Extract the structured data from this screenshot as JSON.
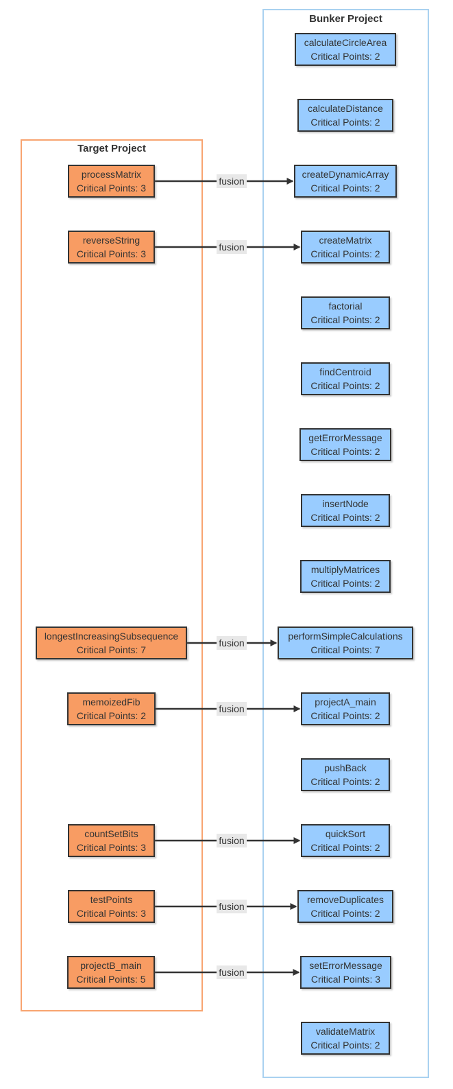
{
  "diagram": {
    "type": "flowchart",
    "background": "#ffffff",
    "target_project": {
      "title": "Target Project",
      "nodes": [
        {
          "name": "processMatrix",
          "critical": "Critical Points: 3"
        },
        {
          "name": "reverseString",
          "critical": "Critical Points: 3"
        },
        {
          "name": "longestIncreasingSubsequence",
          "critical": "Critical Points: 7"
        },
        {
          "name": "memoizedFib",
          "critical": "Critical Points: 2"
        },
        {
          "name": "countSetBits",
          "critical": "Critical Points: 3"
        },
        {
          "name": "testPoints",
          "critical": "Critical Points: 3"
        },
        {
          "name": "projectB_main",
          "critical": "Critical Points: 5"
        }
      ]
    },
    "bunker_project": {
      "title": "Bunker Project",
      "nodes": [
        {
          "name": "calculateCircleArea",
          "critical": "Critical Points: 2"
        },
        {
          "name": "calculateDistance",
          "critical": "Critical Points: 2"
        },
        {
          "name": "createDynamicArray",
          "critical": "Critical Points: 2"
        },
        {
          "name": "createMatrix",
          "critical": "Critical Points: 2"
        },
        {
          "name": "factorial",
          "critical": "Critical Points: 2"
        },
        {
          "name": "findCentroid",
          "critical": "Critical Points: 2"
        },
        {
          "name": "getErrorMessage",
          "critical": "Critical Points: 2"
        },
        {
          "name": "insertNode",
          "critical": "Critical Points: 2"
        },
        {
          "name": "multiplyMatrices",
          "critical": "Critical Points: 2"
        },
        {
          "name": "performSimpleCalculations",
          "critical": "Critical Points: 7"
        },
        {
          "name": "projectA_main",
          "critical": "Critical Points: 2"
        },
        {
          "name": "pushBack",
          "critical": "Critical Points: 2"
        },
        {
          "name": "quickSort",
          "critical": "Critical Points: 2"
        },
        {
          "name": "removeDuplicates",
          "critical": "Critical Points: 2"
        },
        {
          "name": "setErrorMessage",
          "critical": "Critical Points: 3"
        },
        {
          "name": "validateMatrix",
          "critical": "Critical Points: 2"
        }
      ]
    },
    "edges": [
      {
        "from": "processMatrix",
        "to": "createDynamicArray",
        "label": "fusion"
      },
      {
        "from": "reverseString",
        "to": "createMatrix",
        "label": "fusion"
      },
      {
        "from": "longestIncreasingSubsequence",
        "to": "performSimpleCalculations",
        "label": "fusion"
      },
      {
        "from": "memoizedFib",
        "to": "projectA_main",
        "label": "fusion"
      },
      {
        "from": "countSetBits",
        "to": "quickSort",
        "label": "fusion"
      },
      {
        "from": "testPoints",
        "to": "removeDuplicates",
        "label": "fusion"
      },
      {
        "from": "projectB_main",
        "to": "setErrorMessage",
        "label": "fusion"
      }
    ],
    "colors": {
      "target_node_fill": "#F89C63",
      "bunker_node_fill": "#99CCFF",
      "node_border": "#333333",
      "target_container_border": "#F8A470",
      "bunker_container_border": "#A9D1F0",
      "edge_color": "#333333",
      "edge_label_bg": "#E8E8E8",
      "text": "#333333"
    }
  }
}
